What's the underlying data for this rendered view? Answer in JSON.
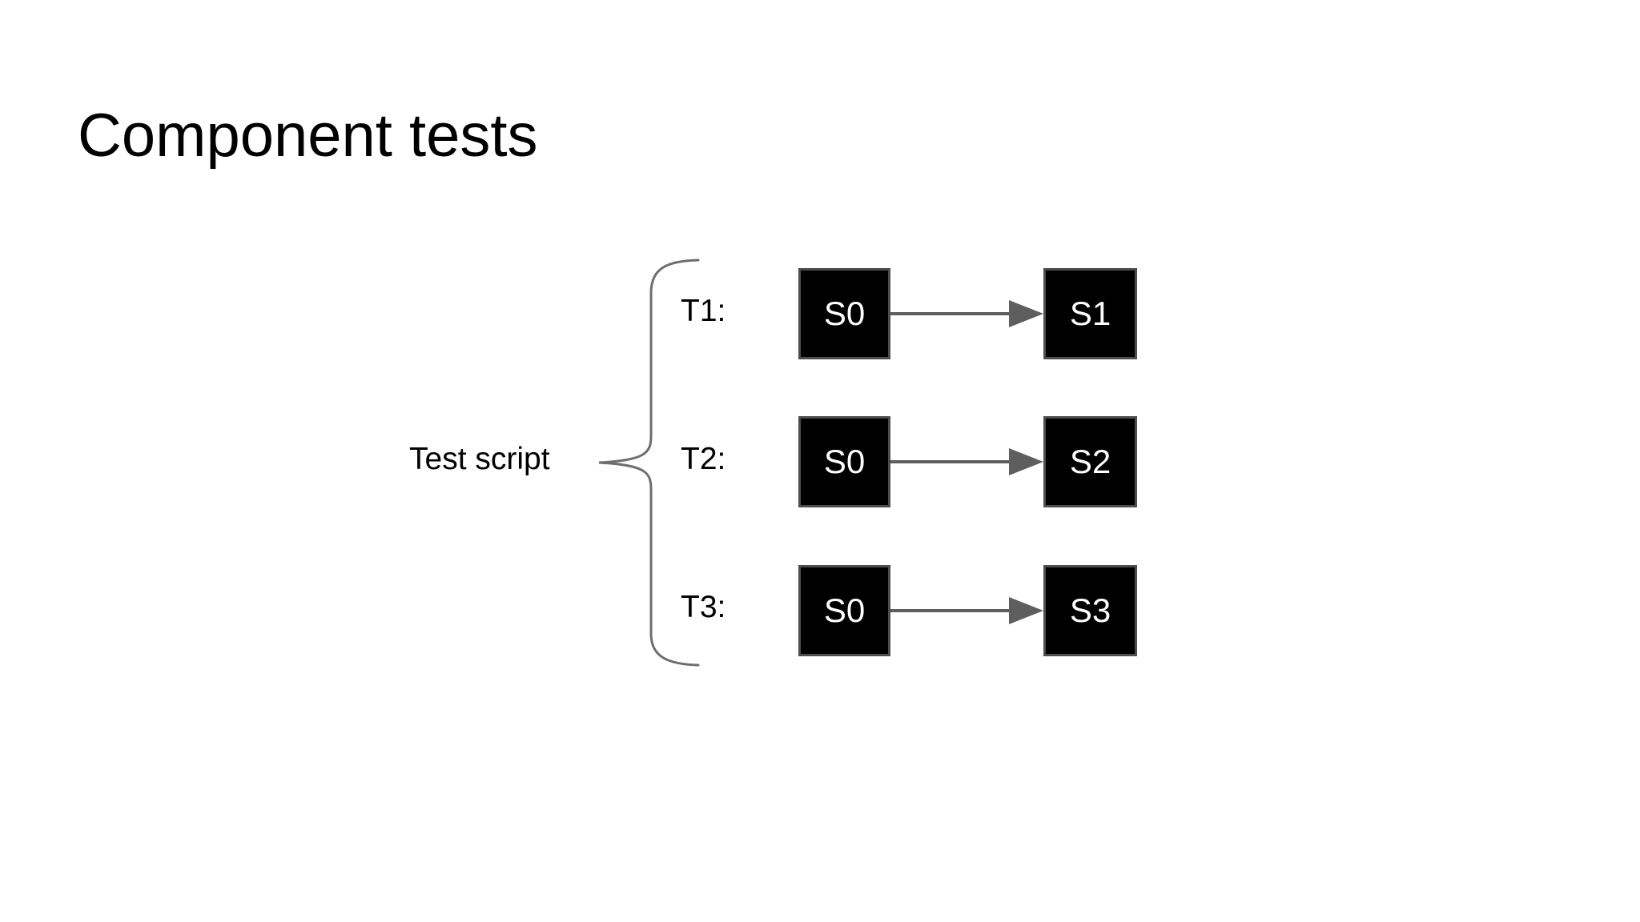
{
  "slide": {
    "title": "Component tests",
    "brace_label": "Test script",
    "rows": [
      {
        "label": "T1:",
        "from": "S0",
        "to": "S1"
      },
      {
        "label": "T2:",
        "from": "S0",
        "to": "S2"
      },
      {
        "label": "T3:",
        "from": "S0",
        "to": "S3"
      }
    ],
    "colors": {
      "background": "#ffffff",
      "text": "#000000",
      "box_fill": "#000000",
      "box_border": "#4d4d4d",
      "box_text": "#ffffff",
      "connector": "#5e5e5e",
      "brace": "#6e6e6e"
    }
  }
}
